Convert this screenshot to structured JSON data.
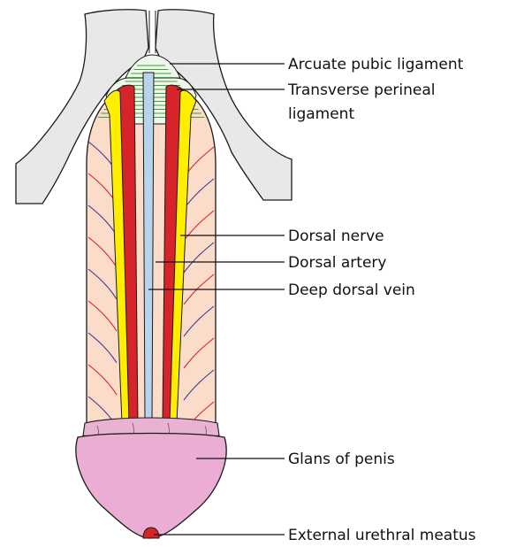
{
  "labels": {
    "arcuate": "Arcuate pubic ligament",
    "transverse_line1": "Transverse perineal",
    "transverse_line2": "ligament",
    "dorsal_nerve": "Dorsal nerve",
    "dorsal_artery": "Dorsal artery",
    "deep_dorsal_vein": "Deep dorsal vein",
    "glans": "Glans of penis",
    "meatus": "External urethral meatus"
  },
  "colors": {
    "bone": "#e8e8e8",
    "shaft": "#fadcc8",
    "ligament_lines": "#3aa63a",
    "artery": "#d7232a",
    "nerve": "#ffee00",
    "vein": "#b8d4ec",
    "superficial_vein": "#3d3a96",
    "glans": "#ebadd4",
    "outline": "#1a1a1a"
  }
}
